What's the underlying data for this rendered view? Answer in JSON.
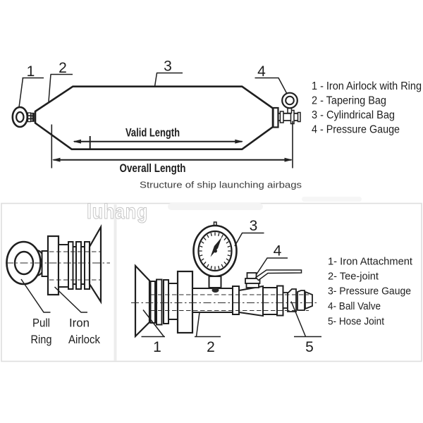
{
  "colors": {
    "line": "#1f1f1f",
    "panel_border": "#dedede",
    "caption_text": "#3c3c3c",
    "watermark_outline": "#c6c6c6",
    "background": "#ffffff"
  },
  "watermark": {
    "text": "luhang"
  },
  "top": {
    "callouts": {
      "n1": "1",
      "n2": "2",
      "n3": "3",
      "n4": "4"
    },
    "valid_length_label": "Valid Length",
    "overall_length_label": "Overall Length",
    "caption": "Structure of ship launching airbags",
    "legend": [
      "1 - Iron Airlock with Ring",
      "2 - Tapering Bag",
      "3 - Cylindrical Bag",
      "4 - Pressure Gauge"
    ]
  },
  "bottom_left": {
    "pull_line1": "Pull",
    "pull_line2": "Ring",
    "iron_line1": "Iron",
    "iron_line2": "Airlock"
  },
  "bottom_right": {
    "callouts": {
      "n1": "1",
      "n2": "2",
      "n3": "3",
      "n4": "4",
      "n5": "5"
    },
    "legend": [
      "1- Iron Attachment",
      "2- Tee-joint",
      "3- Pressure Gauge",
      "4- Ball Valve",
      "5- Hose Joint"
    ]
  }
}
